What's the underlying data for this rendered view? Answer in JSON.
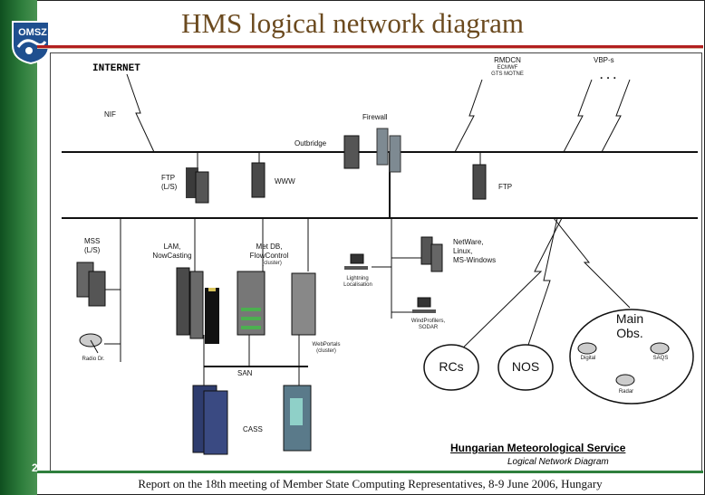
{
  "header": {
    "title": "HMS logical network diagram",
    "logo_text": "OMSZ"
  },
  "footer": {
    "page_number": "2",
    "report": "Report on the 18th meeting of Member State Computing Representatives, 8-9 June 2006, Hungary"
  },
  "org": {
    "name": "Hungarian Meteorological Service",
    "subtitle": "Logical Network Diagram"
  },
  "nodes": {
    "internet": "INTERNET",
    "nif": "NIF",
    "firewall": "Firewall",
    "outbridge": "Outbridge",
    "rmdcn": "RMDCN",
    "rmdcn_sub1": "ECMWF",
    "rmdcn_sub2": "GTS MOTNE",
    "vbp": "VBP-s",
    "vbp_dots": "· · ·",
    "ftp_ls": "FTP",
    "ftp_ls_sub": "(L/S)",
    "www": "WWW",
    "ftp": "FTP",
    "mss": "MSS",
    "mss_sub": "(L/S)",
    "lam": "LAM,",
    "lam_sub": "NowCasting",
    "metdb": "Met DB,",
    "metdb_sub": "FlowControl",
    "metdb_sub2": "(cluster)",
    "webportals": "WebPortals",
    "webportals_sub": "(cluster)",
    "lightning": "Lightning",
    "lightning_sub": "Localisation",
    "netware": "NetWare,",
    "netware_sub": "Linux,",
    "netware_sub2": "MS-Windows",
    "windprofiler": "WindProfilers,",
    "windprofiler_sub": "SODAR",
    "radiodr": "Radio Dr.",
    "san": "SAN",
    "cass": "CASS",
    "rcs": "RCs",
    "nos": "NOS",
    "main_obs": "Main",
    "main_obs_sub": "Obs.",
    "digital": "Digital",
    "saqs": "SAQS",
    "radar": "Radar"
  }
}
